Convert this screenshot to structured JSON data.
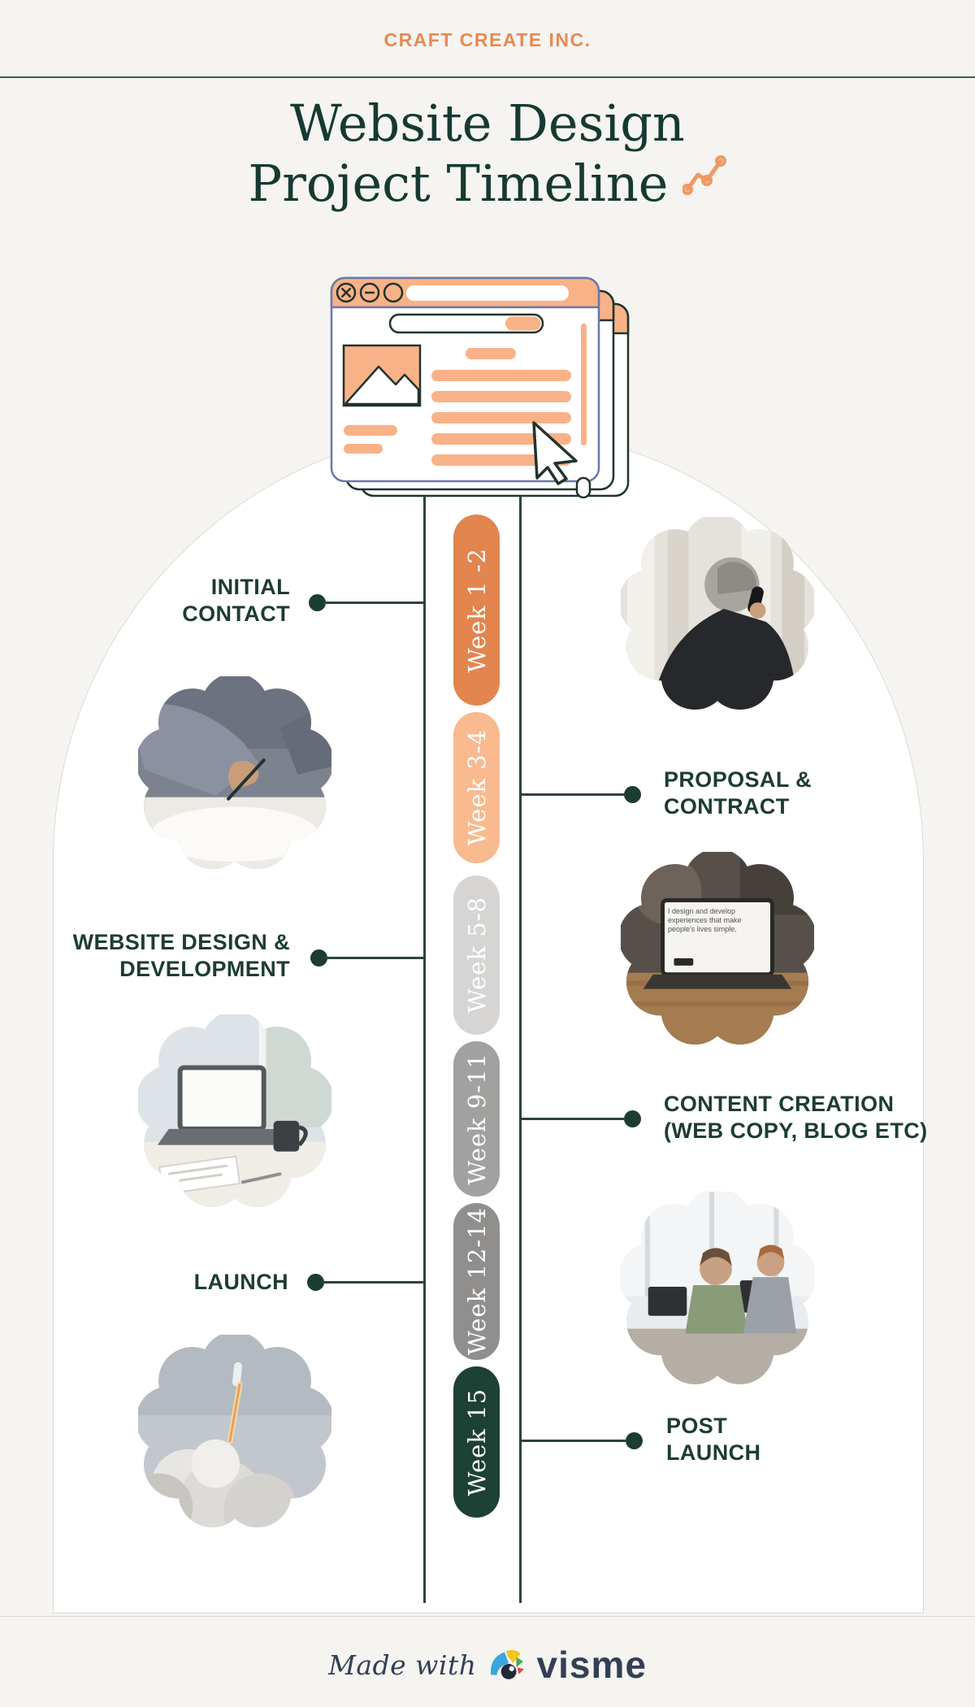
{
  "header": {
    "company": "CRAFT CREATE INC."
  },
  "title": {
    "line1": "Website Design",
    "line2": "Project Timeline",
    "icon": "line-chart-icon"
  },
  "stages": [
    {
      "week": "Week 1 -2",
      "label1": "INITIAL",
      "label2": "CONTACT",
      "side": "left"
    },
    {
      "week": "Week 3-4",
      "label1": "PROPOSAL &",
      "label2": "CONTRACT",
      "side": "right"
    },
    {
      "week": "Week 5-8",
      "label1": "WEBSITE DESIGN &",
      "label2": "DEVELOPMENT",
      "side": "left"
    },
    {
      "week": "Week 9-11",
      "label1": "CONTENT CREATION",
      "label2": "(WEB COPY, BLOG ETC)",
      "side": "right"
    },
    {
      "week": "Week 12-14",
      "label1": "LAUNCH",
      "label2": "",
      "side": "left"
    },
    {
      "week": "Week 15",
      "label1": "POST",
      "label2": "LAUNCH",
      "side": "right"
    }
  ],
  "photos": {
    "right_top": "man-on-phone-photo",
    "left_top": "hands-signing-photo",
    "right_mid": "laptop-portfolio-photo",
    "left_mid": "laptop-workspace-photo",
    "right_bottom": "team-working-photo",
    "left_bottom": "rocket-launch-photo",
    "portfolio_screen_text": "I design and develop experiences that make people's lives simple."
  },
  "illustration": {
    "name": "browser-window-illustration"
  },
  "footer": {
    "made_with": "Made with",
    "brand": "visme",
    "logo": "visme-logo"
  },
  "colors": {
    "background": "#f5f4f1",
    "accent_orange": "#e78a53",
    "illustration_orange": "#f9b287",
    "dark_green_text": "#1d3c32",
    "pill_colors": [
      "#e2854e",
      "#f8ba8e",
      "#d6d5d4",
      "#a2a1a0",
      "#908f8e",
      "#1d4134"
    ],
    "footer_navy": "#333f55"
  }
}
